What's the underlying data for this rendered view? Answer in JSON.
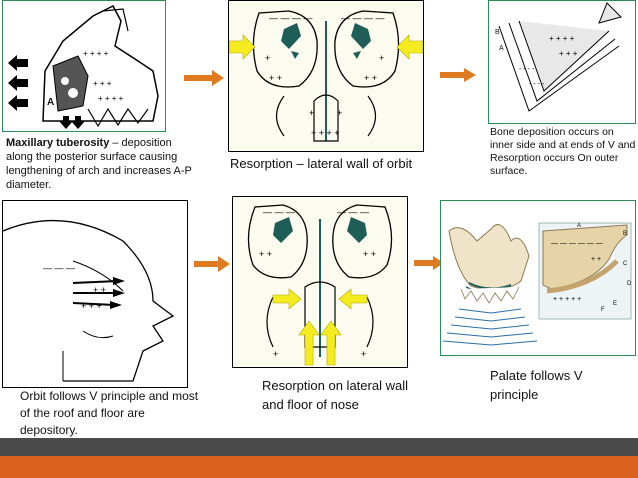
{
  "captions": {
    "maxillary_bold": "Maxillary tuberosity",
    "maxillary_rest": " – deposition along  the posterior surface causing lengthening  of arch and increases A-P  diameter.",
    "resorption_orbit": "Resorption – lateral wall of orbit",
    "bone_deposition": "Bone deposition occurs on inner side and at ends of V and Resorption occurs On outer surface.",
    "orbit_v": "Orbit follows V principle and most of the roof and floor are depository.",
    "resorption_nose": "Resorption on lateral wall and floor of nose",
    "palate_v": "Palate follows V principle"
  },
  "labels": {
    "skull_a": "A",
    "v_b": "B",
    "v_a": "A",
    "palate_a": "A",
    "palate_b": "B",
    "palate_c": "C",
    "palate_d": "D",
    "palate_e": "E",
    "palate_f": "F"
  },
  "colors": {
    "orange_arrow": "#e07a20",
    "yellow_arrow": "#f4ec1e",
    "panel_border": "#2e8b57",
    "bottom_bar_gray": "#4a4a4a",
    "bottom_bar_orange": "#d9621e"
  }
}
